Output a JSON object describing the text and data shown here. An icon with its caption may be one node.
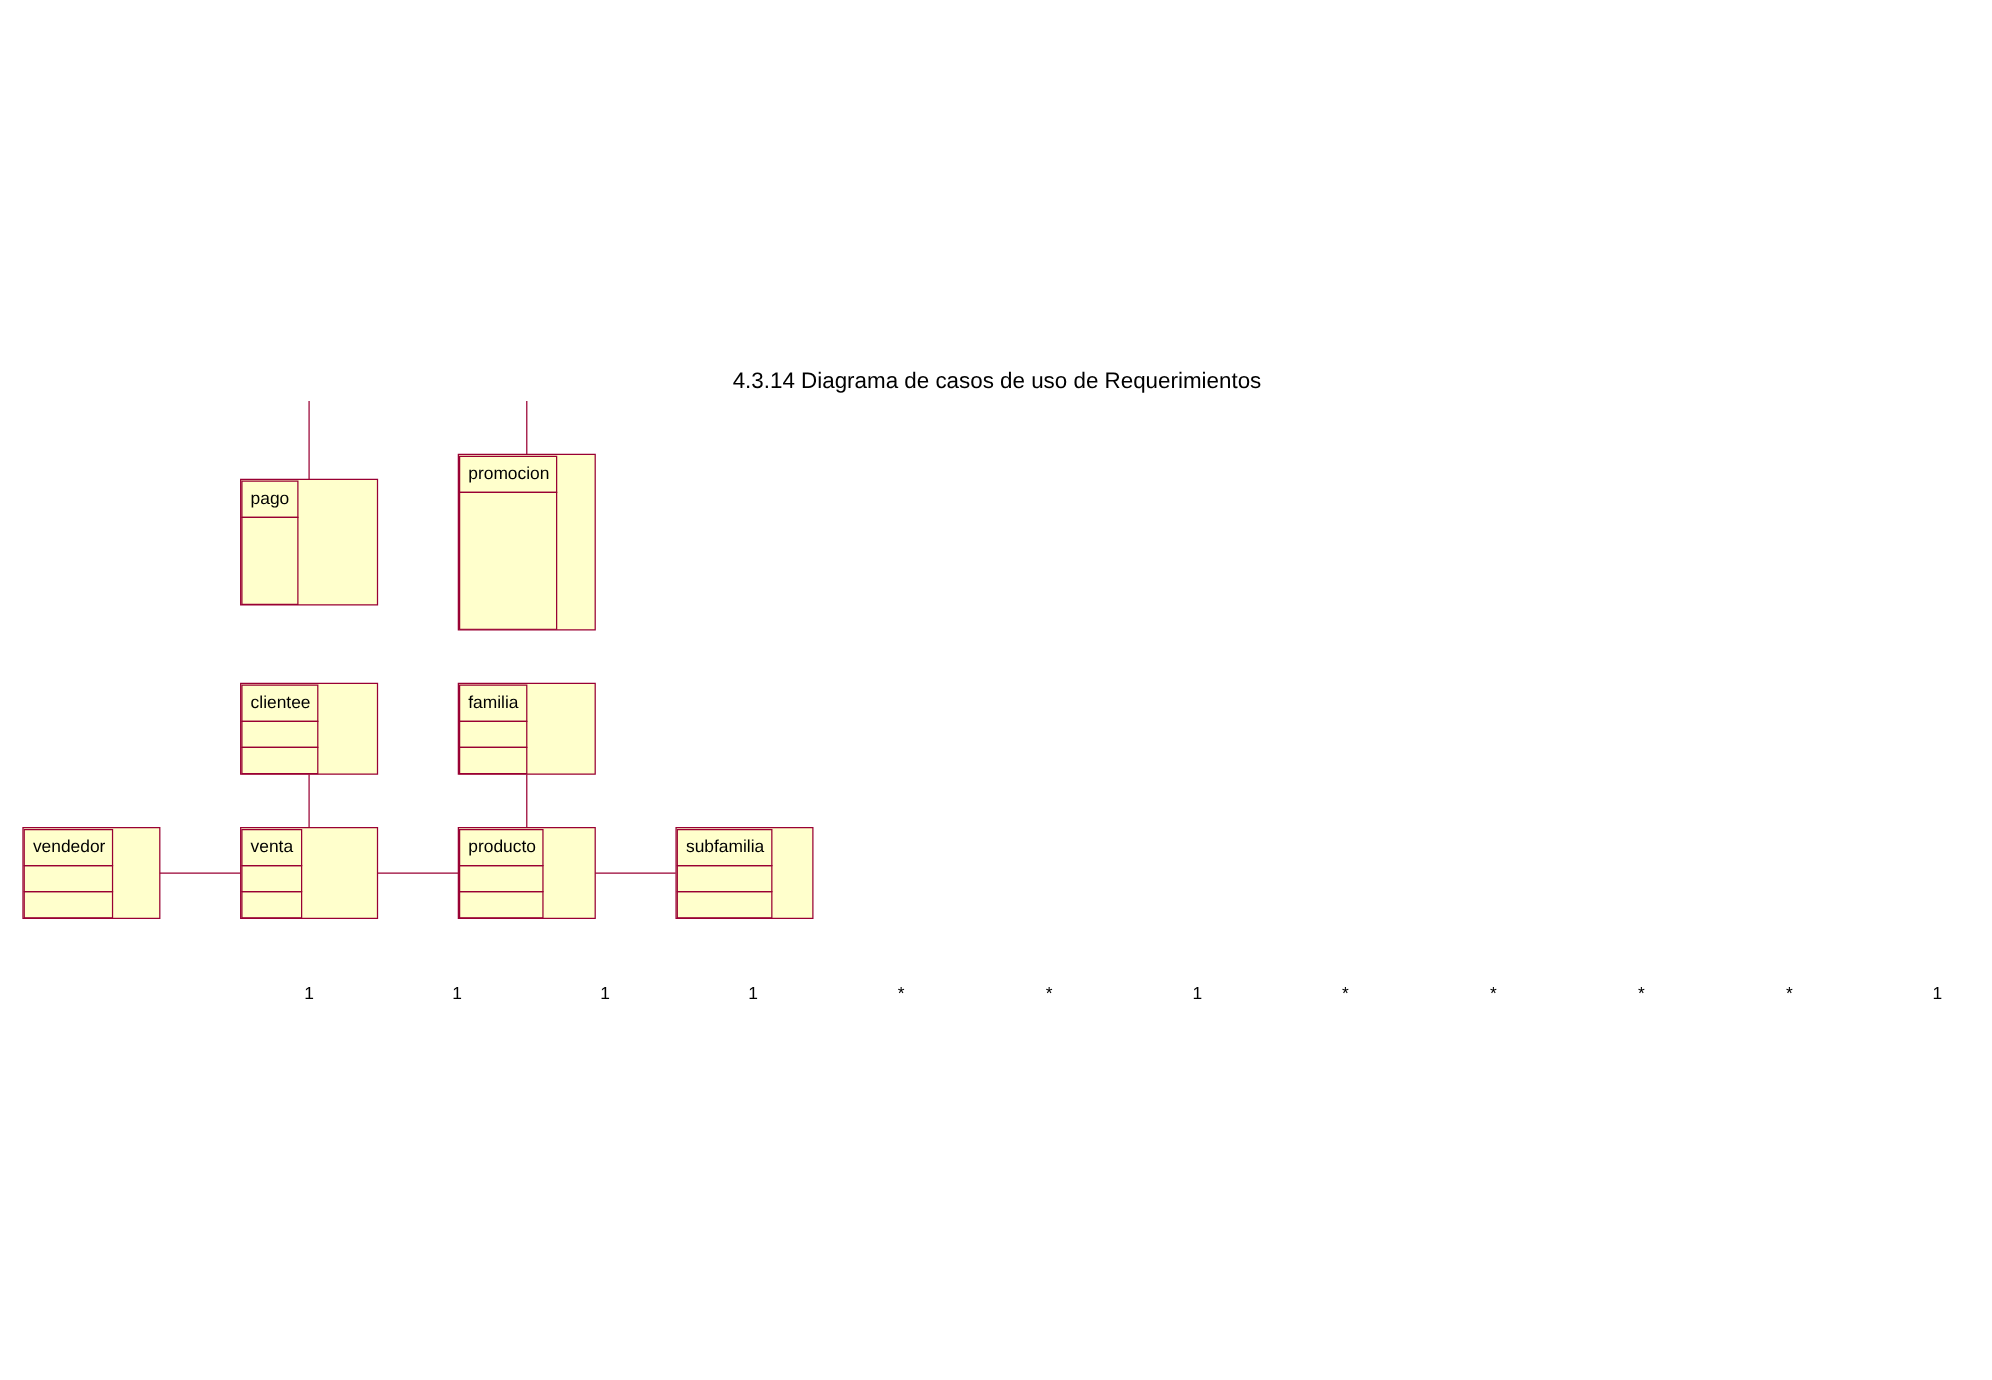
{
  "diagram": {
    "title": "4.3.14 Diagrama de casos de uso de Requerimientos",
    "nodes": [
      {
        "text": [
          "pago"
        ]
      },
      {
        "text": [
          "promocion"
        ]
      },
      {
        "text": [
          "clientee"
        ]
      },
      {
        "text": [
          "familia"
        ]
      },
      {
        "text": [
          "vendedor"
        ]
      },
      {
        "text": [
          "venta"
        ]
      },
      {
        "text": [
          "producto"
        ]
      },
      {
        "text": [
          "subfamilia"
        ]
      }
    ],
    "edges": [
      {
        "from": null,
        "to": 0,
        "arrow": "none"
      },
      {
        "from": null,
        "to": 1,
        "arrow": "none"
      },
      {
        "from": 2,
        "to": 5,
        "arrow": "none"
      },
      {
        "from": 3,
        "to": 6,
        "arrow": "none"
      },
      {
        "from": 4,
        "to": 5,
        "arrow": "none"
      },
      {
        "from": 5,
        "to": 6,
        "arrow": "none"
      },
      {
        "from": 6,
        "to": 7,
        "arrow": "none"
      }
    ],
    "labels": [
      "1",
      "1",
      "1",
      "1",
      "*",
      "*",
      "1",
      "*",
      "*",
      "*",
      "*",
      "1"
    ]
  }
}
